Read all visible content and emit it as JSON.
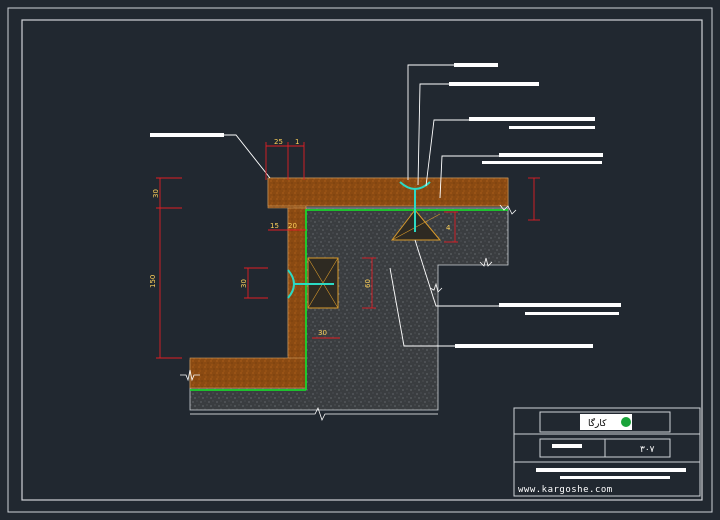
{
  "colors": {
    "background": "#212830",
    "frame": "#cfd3d8",
    "leader": "#ffffff",
    "dimension": "#e01e25",
    "dimension_text": "#ffd25a",
    "stone": "#8a4a12",
    "concrete": "#3a3d40",
    "membrane": "#19d42c",
    "anchor": "#2bd9c4"
  },
  "dimensions": {
    "top_left": "25",
    "top_right": "1",
    "left_upper": "30",
    "left_total": "150",
    "step_left": "15",
    "step_right": "20",
    "anchor_mid": "30",
    "anchor_height": "60",
    "bottom": "30",
    "right_small": "4"
  },
  "title_block": {
    "logo_text": "کارگا",
    "sheet_number": "۳۰۷",
    "website": "www.kargoshe.com"
  }
}
